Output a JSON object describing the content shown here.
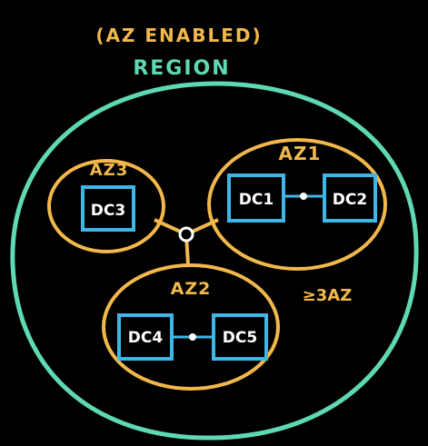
{
  "title": {
    "line1": "(AZ ENABLED)",
    "line2": "REGION"
  },
  "note": "≥3AZ",
  "zones": {
    "az1": {
      "label": "AZ1",
      "dcs": [
        "DC1",
        "DC2"
      ]
    },
    "az2": {
      "label": "AZ2",
      "dcs": [
        "DC4",
        "DC5"
      ]
    },
    "az3": {
      "label": "AZ3",
      "dcs": [
        "DC3"
      ]
    }
  },
  "colors": {
    "background": "#000000",
    "region": "#5fd8b4",
    "az": "#f2b84b",
    "dc": "#3fb6e8",
    "text": "#ffffff",
    "link": "#ffffff"
  }
}
